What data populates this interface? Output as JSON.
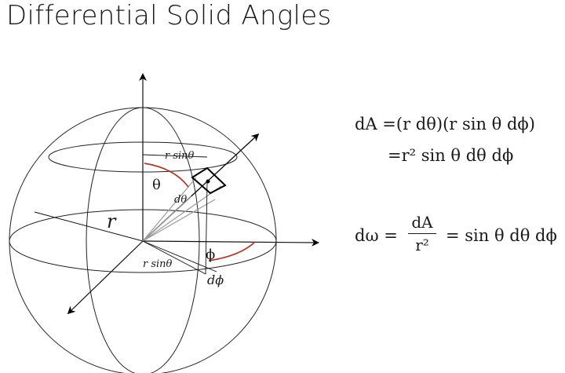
{
  "title": "Differential Solid Angles",
  "labels": {
    "r": "r",
    "r_sin_theta_top": "r sinθ",
    "r_sin_theta_bottom": "r sinθ",
    "theta": "θ",
    "d_theta": "dθ",
    "phi": "ϕ",
    "d_phi": "dϕ"
  },
  "equations": {
    "dA_line1": "dA =(r dθ)(r sin θ dϕ)",
    "dA_line2": "=r² sin θ dθ dϕ",
    "domega_lhs": "dω =",
    "domega_num": "dA",
    "domega_den": "r²",
    "domega_rhs": "= sin θ dθ dϕ"
  },
  "colors": {
    "arc": "#b03a2e",
    "lines": "#1a1a1a",
    "gray": "#9a9a9a"
  }
}
